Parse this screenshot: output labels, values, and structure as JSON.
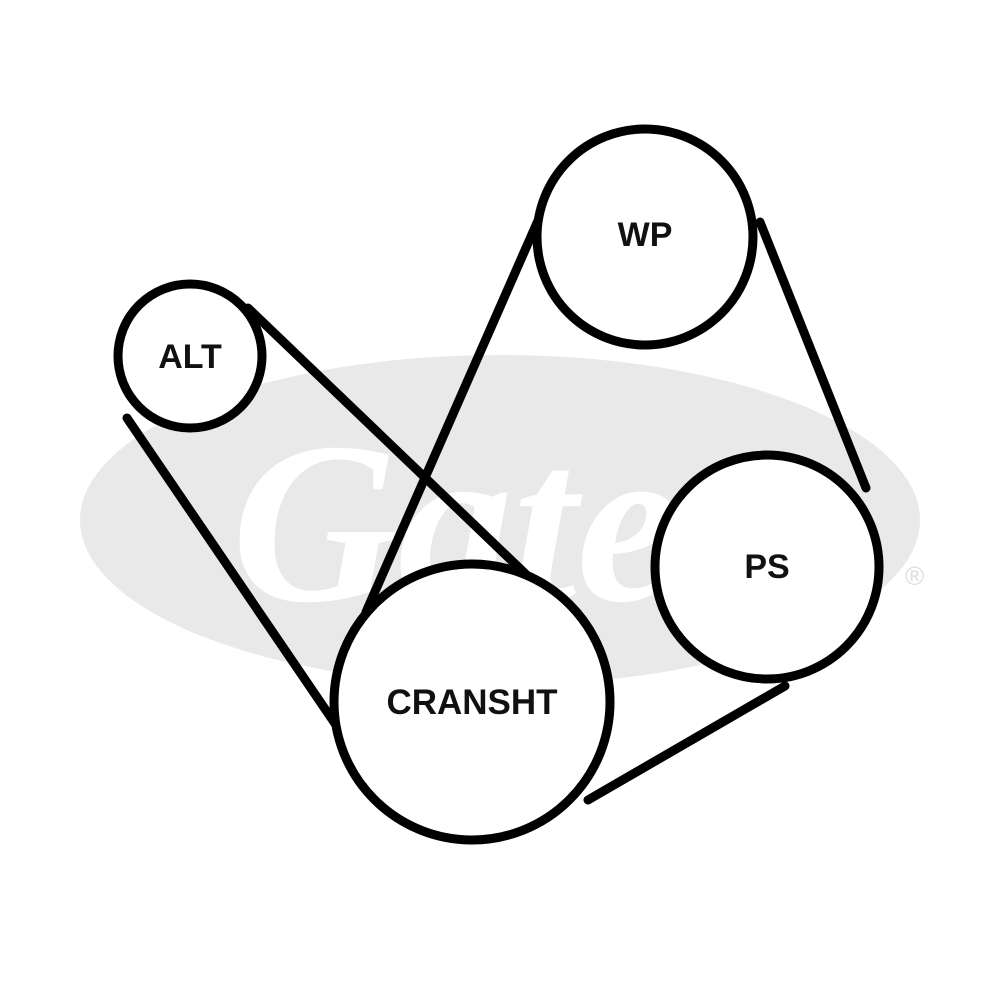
{
  "diagram": {
    "pulleys": [
      {
        "id": "alt",
        "label": "ALT"
      },
      {
        "id": "wp",
        "label": "WP"
      },
      {
        "id": "ps",
        "label": "PS"
      },
      {
        "id": "crank",
        "label": "CRANSHT"
      }
    ],
    "watermark": {
      "text": "Gates",
      "mark": "®",
      "color": "#e9e9e9"
    },
    "colors": {
      "belt": "#000000",
      "background": "#ffffff"
    }
  }
}
